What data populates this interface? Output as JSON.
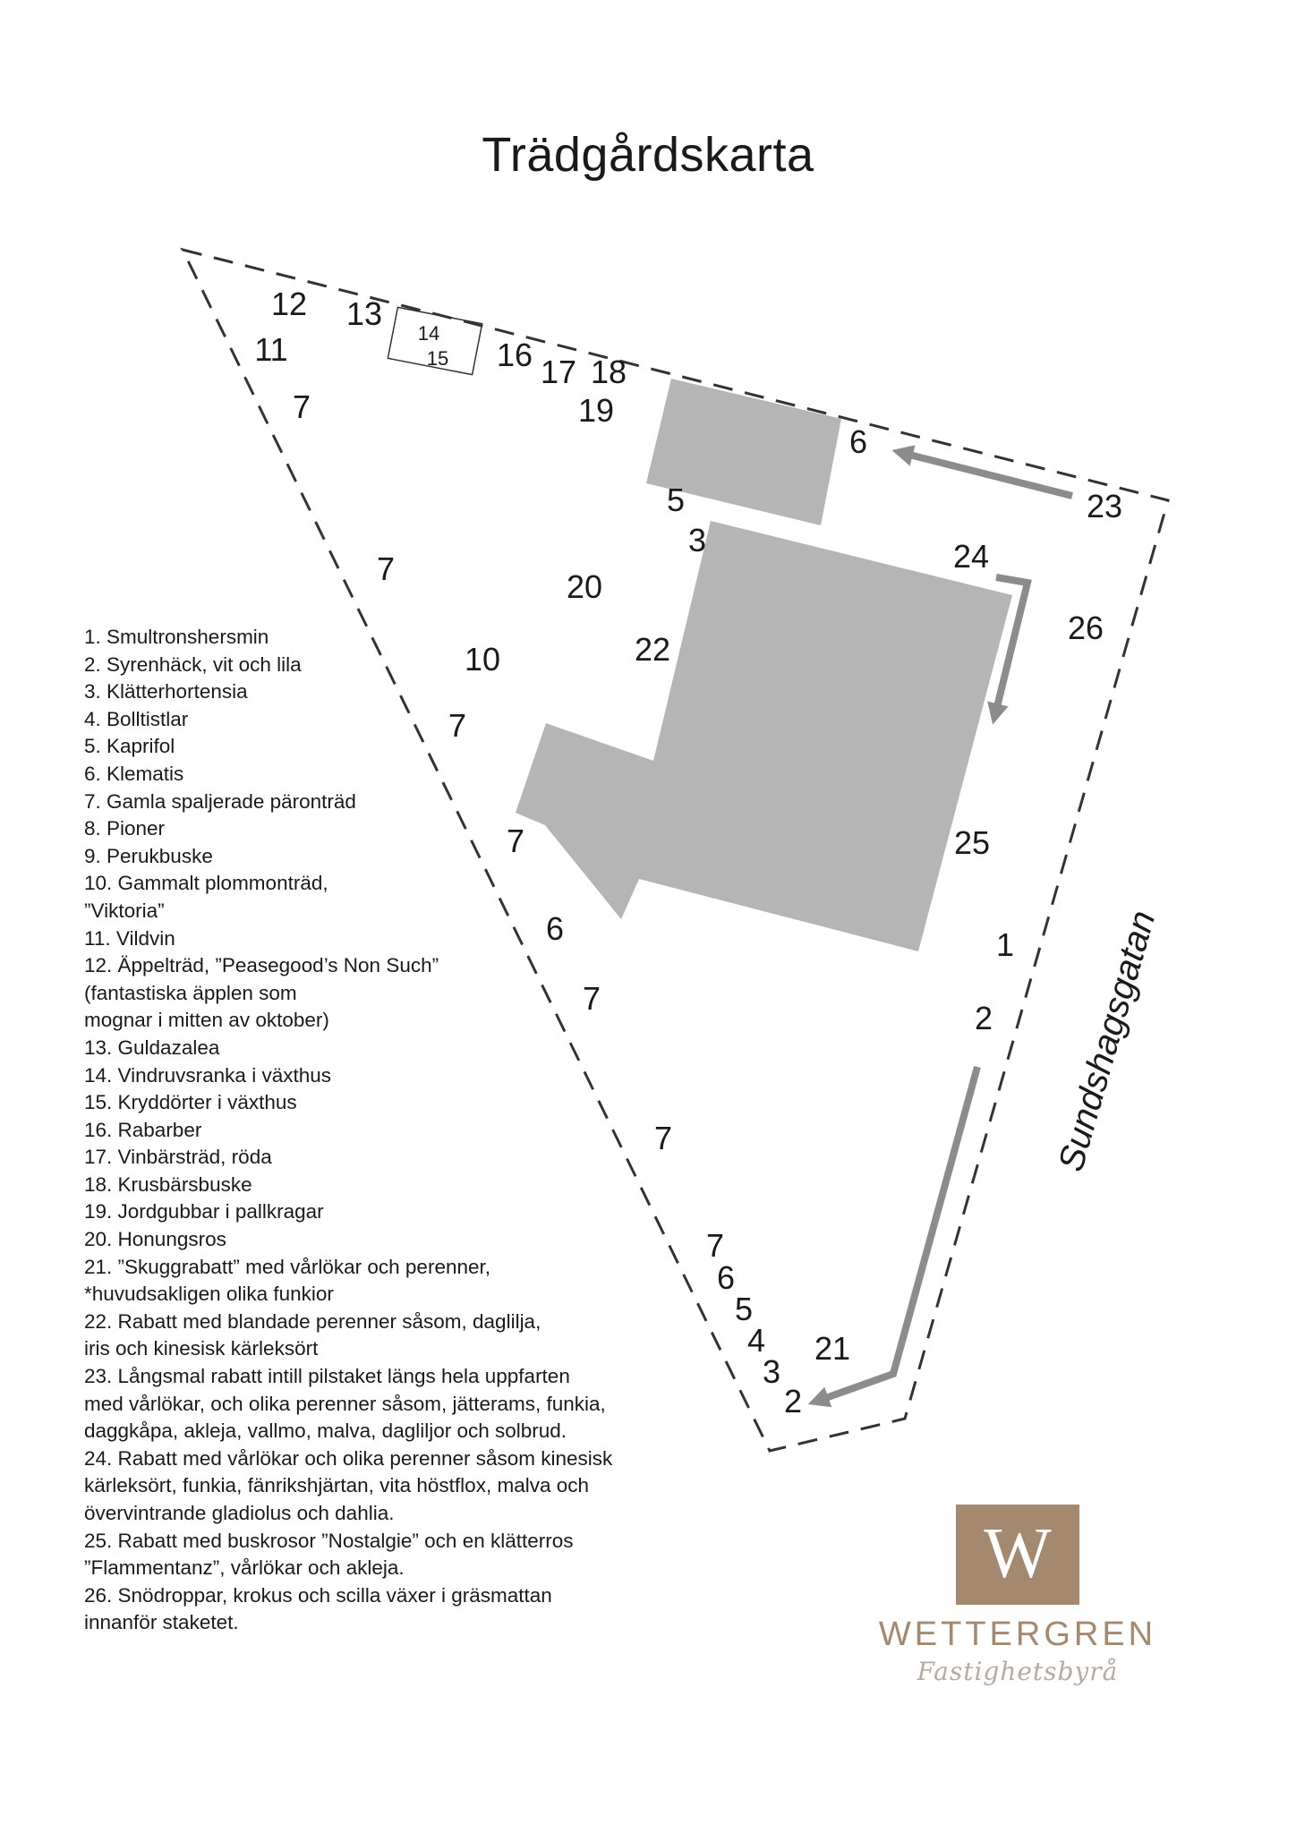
{
  "title": "Trädgårdskarta",
  "street_name": "Sundshagsgatan",
  "greenhouse_numbers": [
    "14",
    "15"
  ],
  "map_numbers": [
    "12",
    "13",
    "11",
    "7",
    "16",
    "17",
    "18",
    "19",
    "6",
    "23",
    "5",
    "3",
    "24",
    "7",
    "20",
    "26",
    "22",
    "10",
    "7",
    "7",
    "25",
    "6",
    "1",
    "7",
    "2",
    "7",
    "7",
    "6",
    "5",
    "4",
    "3",
    "2",
    "21"
  ],
  "legend": [
    "1. Smultronshersmin",
    "2. Syrenhäck, vit och lila",
    "3. Klätterhortensia",
    "4. Bolltistlar",
    "5. Kaprifol",
    "6. Klematis",
    "7. Gamla spaljerade päronträd",
    "8. Pioner",
    "9. Perukbuske",
    "10. Gammalt plommonträd,",
    "”Viktoria”",
    "11. Vildvin",
    "12. Äppelträd, ”Peasegood’s Non Such”",
    "(fantastiska äpplen som",
    "mognar i mitten av oktober)",
    "13. Guldazalea",
    "14. Vindruvsranka i växthus",
    "15. Kryddörter i växthus",
    "16. Rabarber",
    "17. Vinbärsträd, röda",
    "18. Krusbärsbuske",
    "19. Jordgubbar i pallkragar",
    "20. Honungsros",
    "21. ”Skuggrabatt” med vårlökar och perenner,",
    "*huvudsakligen olika funkior",
    "22. Rabatt med blandade perenner såsom, daglilja,",
    "iris och kinesisk kärleksört",
    "23. Långsmal rabatt intill pilstaket längs hela uppfarten",
    "med vårlökar, och olika perenner såsom, jätterams, funkia,",
    "daggkåpa, akleja, vallmo, malva, dagliljor och solbrud.",
    "24. Rabatt med vårlökar och olika perenner såsom kinesisk",
    "kärleksört, funkia, fänrikshjärtan, vita höstflox, malva och",
    "övervintrande gladiolus och dahlia.",
    "25. Rabatt med buskrosor ”Nostalgie” och en klätterros",
    "”Flammentanz”, vårlökar och akleja.",
    "26. Snödroppar, krokus och scilla växer i gräsmattan",
    "innanför staketet."
  ],
  "logo": {
    "letter": "W",
    "name": "WETTERGREN",
    "tagline": "Fastighetsbyrå"
  },
  "colors": {
    "building": "#b5b5b5",
    "arrow": "#8c8c8c",
    "fence": "#333333",
    "brand": "#a4896f"
  },
  "icons": {
    "greenhouse": "greenhouse-outline",
    "arrow": "planting-bed-arrow"
  }
}
